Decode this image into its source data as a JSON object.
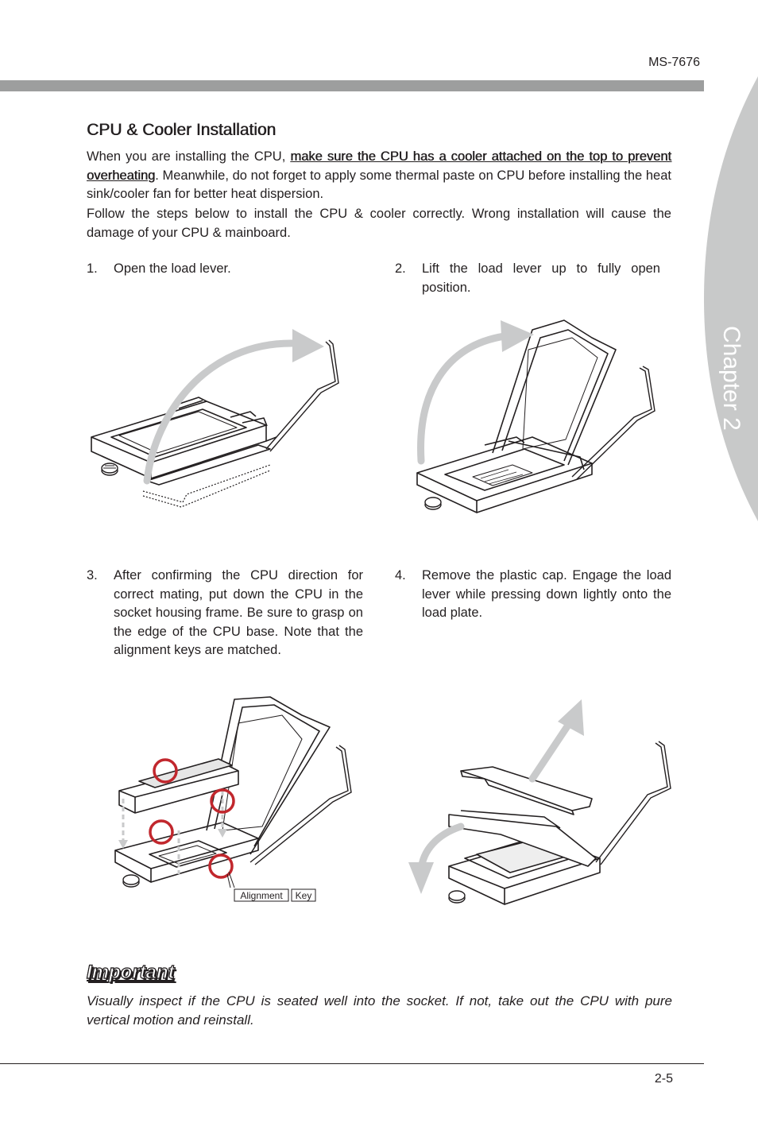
{
  "header": {
    "model": "MS-7676",
    "chapter_tab": "Chapter 2"
  },
  "section": {
    "title": "CPU & Cooler Installation",
    "intro_before": "When you are installing the CPU, ",
    "intro_highlight": "make sure the CPU has a cooler attached on the top to prevent overheating",
    "intro_after": ". Meanwhile, do not forget to apply some thermal paste on CPU before installing the heat sink/cooler fan for better heat dispersion.",
    "follow": "Follow the steps below to install the CPU & cooler correctly. Wrong installation will cause the damage of your CPU & mainboard."
  },
  "steps": [
    {
      "num": "1.",
      "text": "Open the load lever."
    },
    {
      "num": "2.",
      "text": "Lift the load lever up to fully open position."
    },
    {
      "num": "3.",
      "text": "After confirming the CPU direction for correct mating, put down the CPU in the socket housing frame. Be sure to grasp on the edge of the CPU base. Note that the alignment keys are matched."
    },
    {
      "num": "4.",
      "text": "Remove the plastic cap. Engage the load lever while pressing down lightly onto the load plate."
    }
  ],
  "figure3": {
    "label_word1": "Alignment",
    "label_word2": "Key"
  },
  "important": {
    "title": "Important",
    "text": "Visually inspect if the CPU is seated well into the socket. If not, take out the CPU with pure vertical motion and reinstall."
  },
  "footer": {
    "page_number": "2-5"
  },
  "colors": {
    "bar": "#9d9e9e",
    "tab": "#c8c9c9",
    "arrow": "#c9cacb",
    "alignment_circle": "#c1272d"
  }
}
